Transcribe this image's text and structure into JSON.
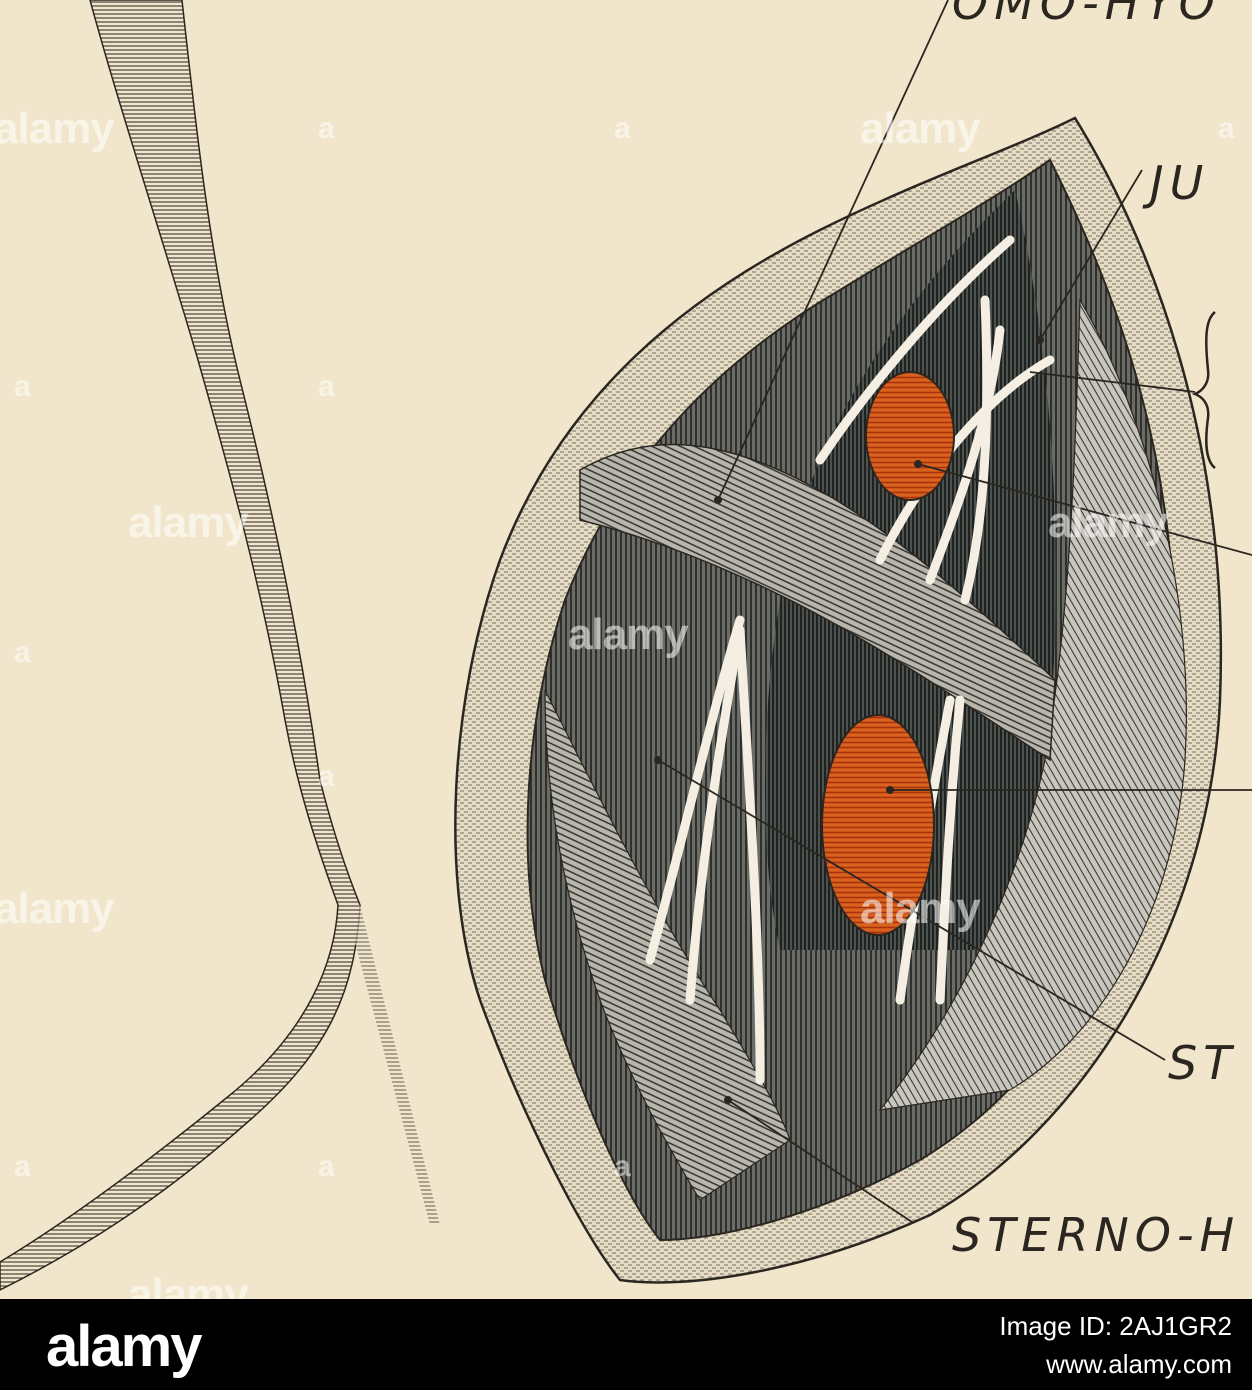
{
  "labels": {
    "omo_hyoid": "OMO-HYO",
    "jugular": "JU",
    "sternomastoid_short": "ST",
    "sterno_h": "STERNO-H"
  },
  "watermark": {
    "brand": "alamy",
    "tile": "a"
  },
  "footer": {
    "logo": "alamy",
    "image_id": "Image ID: 2AJ1GR2",
    "url": "www.alamy.com"
  },
  "colors": {
    "paper": "#f1e6cc",
    "ink": "#2b2620",
    "artery": "#d2551e",
    "footer_bg": "#000000"
  }
}
